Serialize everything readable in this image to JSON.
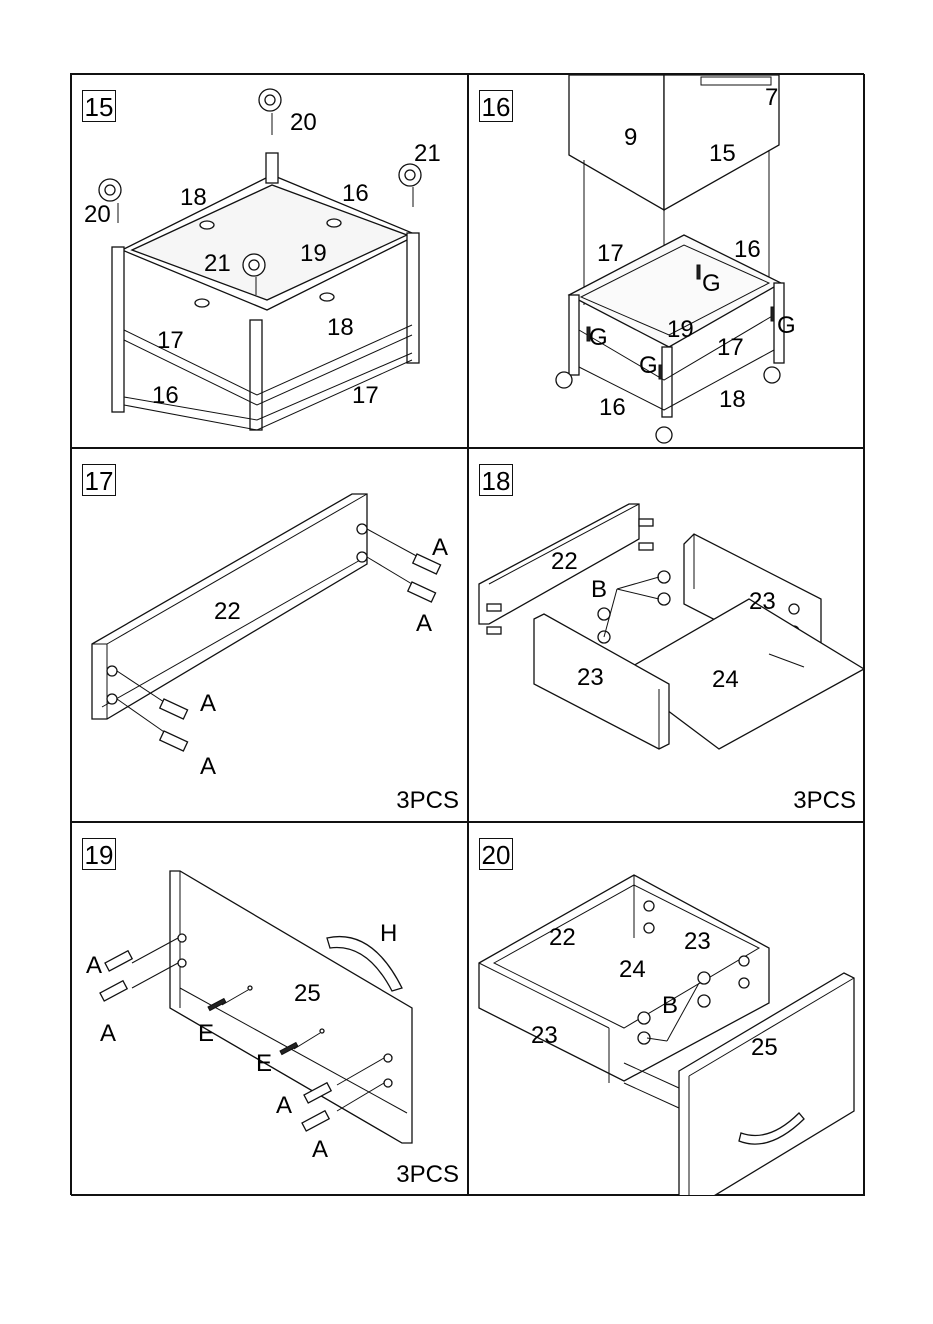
{
  "panels": [
    {
      "step": "15",
      "labels": [
        "20",
        "21",
        "18",
        "16",
        "20",
        "21",
        "19",
        "17",
        "18",
        "16",
        "17"
      ]
    },
    {
      "step": "16",
      "labels": [
        "7",
        "9",
        "15",
        "17",
        "16",
        "G",
        "19",
        "G",
        "G",
        "17",
        "G",
        "16",
        "18"
      ]
    },
    {
      "step": "17",
      "labels": [
        "22",
        "A",
        "A",
        "A",
        "A"
      ],
      "quantity": "3PCS"
    },
    {
      "step": "18",
      "labels": [
        "22",
        "B",
        "23",
        "23",
        "24"
      ],
      "quantity": "3PCS"
    },
    {
      "step": "19",
      "labels": [
        "H",
        "A",
        "25",
        "A",
        "E",
        "E",
        "A",
        "A"
      ],
      "quantity": "3PCS"
    },
    {
      "step": "20",
      "labels": [
        "22",
        "23",
        "24",
        "B",
        "23",
        "25"
      ]
    }
  ]
}
